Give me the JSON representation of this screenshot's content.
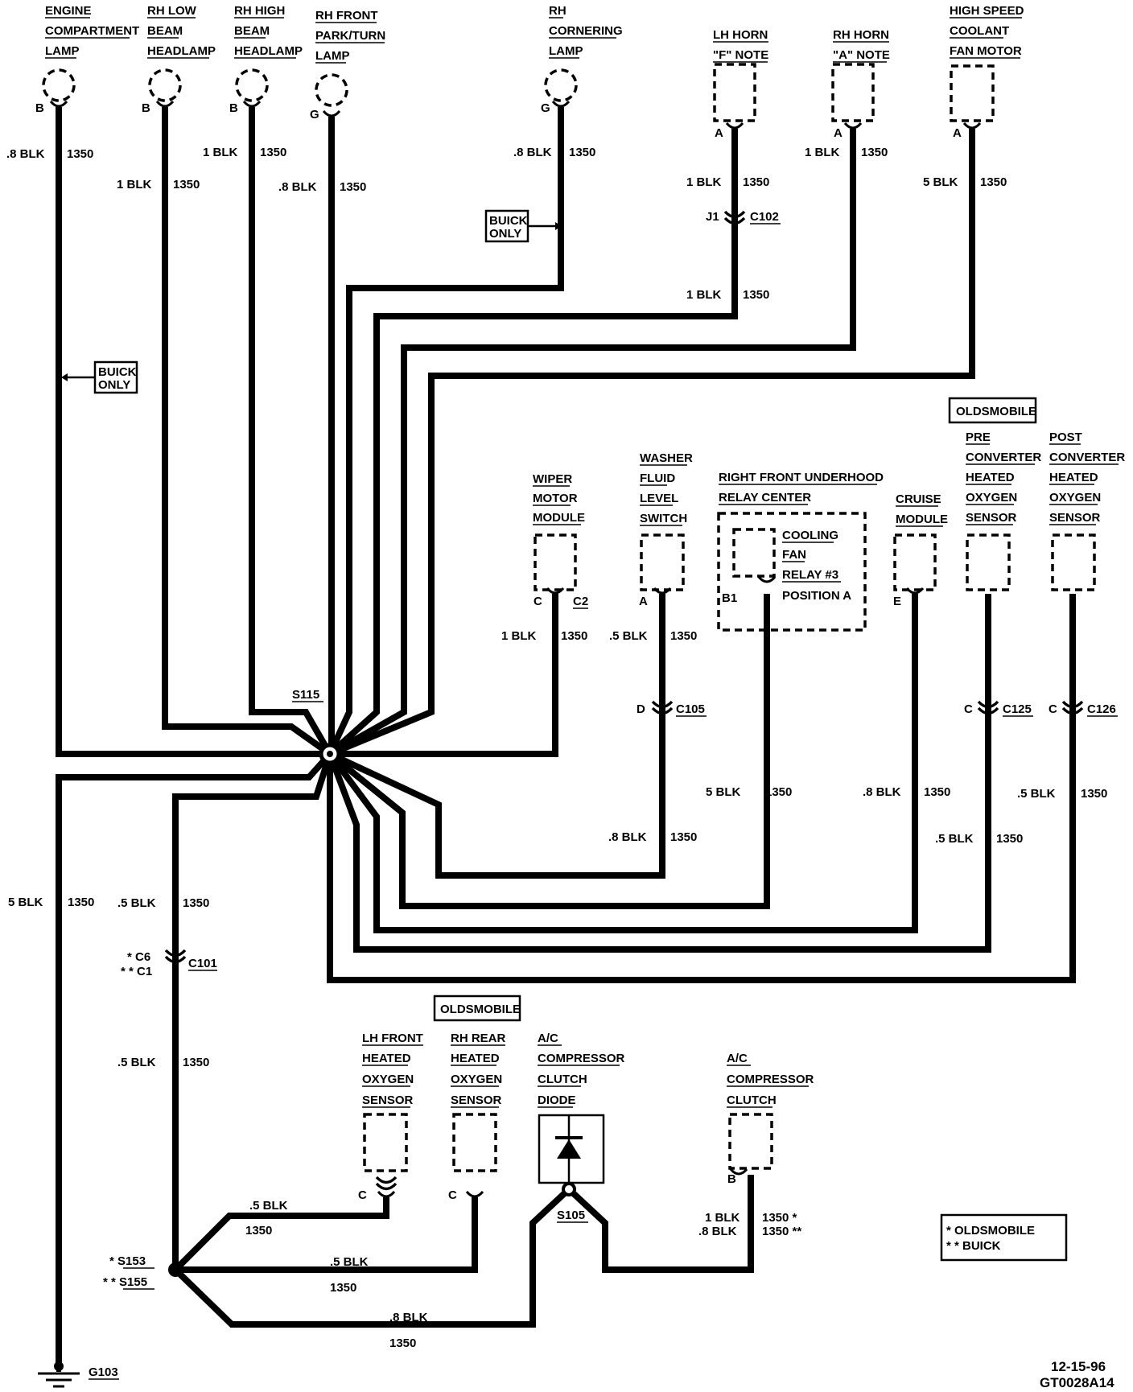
{
  "components": {
    "engine_lamp": [
      "ENGINE",
      "COMPARTMENT",
      "LAMP"
    ],
    "rh_low": [
      "RH LOW",
      "BEAM",
      "HEADLAMP"
    ],
    "rh_high": [
      "RH HIGH",
      "BEAM",
      "HEADLAMP"
    ],
    "rh_park": [
      "RH FRONT",
      "PARK/TURN",
      "LAMP"
    ],
    "rh_corner": [
      "RH",
      "CORNERING",
      "LAMP"
    ],
    "lh_horn": [
      "LH HORN",
      "\"F\" NOTE"
    ],
    "rh_horn": [
      "RH HORN",
      "\"A\" NOTE"
    ],
    "fan_motor": [
      "HIGH SPEED",
      "COOLANT",
      "FAN MOTOR"
    ],
    "wiper": [
      "WIPER",
      "MOTOR",
      "MODULE"
    ],
    "washer": [
      "WASHER",
      "FLUID",
      "LEVEL",
      "SWITCH"
    ],
    "relay_center": [
      "RIGHT FRONT UNDERHOOD",
      "RELAY CENTER"
    ],
    "relay": [
      "COOLING",
      "FAN",
      "RELAY #3",
      "POSITION A"
    ],
    "cruise": [
      "CRUISE",
      "MODULE"
    ],
    "pre_o2": [
      "PRE",
      "CONVERTER",
      "HEATED",
      "OXYGEN",
      "SENSOR"
    ],
    "post_o2": [
      "POST",
      "CONVERTER",
      "HEATED",
      "OXYGEN",
      "SENSOR"
    ],
    "lh_o2": [
      "LH FRONT",
      "HEATED",
      "OXYGEN",
      "SENSOR"
    ],
    "rh_o2": [
      "RH REAR",
      "HEATED",
      "OXYGEN",
      "SENSOR"
    ],
    "ac_diode": [
      "A/C",
      "COMPRESSOR",
      "CLUTCH",
      "DIODE"
    ],
    "ac_clutch": [
      "A/C",
      "COMPRESSOR",
      "CLUTCH"
    ]
  },
  "pins": {
    "engine": "B",
    "low": "B",
    "high": "B",
    "park": "G",
    "corner": "G",
    "lhhorn": "A",
    "rhhorn": "A",
    "fan": "A",
    "wiper": "C",
    "washer": "A",
    "relay": "B1",
    "cruise": "E",
    "lho2": "C",
    "rho2": "C",
    "clutch": "B",
    "c105": "D",
    "c125": "C",
    "c126": "C",
    "c102": "J1"
  },
  "connectors": {
    "c102": "C102",
    "c105": "C105",
    "c125": "C125",
    "c126": "C126",
    "c101": "C101",
    "c2": "C2",
    "c6": "* C6",
    "c1": "* * C1"
  },
  "wires": {
    "w1": ".8 BLK",
    "w2": "1 BLK",
    "w3": "1 BLK",
    "w4": ".8 BLK",
    "w5": ".8 BLK",
    "w6": "1 BLK",
    "w6b": "1 BLK",
    "w7": "1 BLK",
    "w8": "5 BLK",
    "w9": "1 BLK",
    "w10": ".5 BLK",
    "w11": "5 BLK",
    "w12": ".8 BLK",
    "w13": ".5 BLK",
    "w14": ".5 BLK",
    "w15": ".8 BLK",
    "w16": "5 BLK",
    "w17": ".5 BLK",
    "w18": ".5 BLK",
    "w19": ".5 BLK",
    "w20": ".5 BLK",
    "w21": ".8 BLK",
    "w22a": "1 BLK",
    "w22b": ".8 BLK",
    "w22c": "1350 *",
    "w22d": "1350 **",
    "circuit": "1350"
  },
  "tags": {
    "buick_only_1": [
      "BUICK",
      "ONLY"
    ],
    "buick_only_2": [
      "BUICK",
      "ONLY"
    ],
    "olds_1": "OLDSMOBILE",
    "olds_2": "OLDSMOBILE"
  },
  "splices": {
    "s115": "S115",
    "s153": "* S153",
    "s155": "* * S155",
    "s105": "S105",
    "g103": "G103"
  },
  "legend": {
    "olds": "* OLDSMOBILE",
    "buick": "* * BUICK"
  },
  "footer": {
    "date": "12-15-96",
    "code": "GT0028A14"
  }
}
